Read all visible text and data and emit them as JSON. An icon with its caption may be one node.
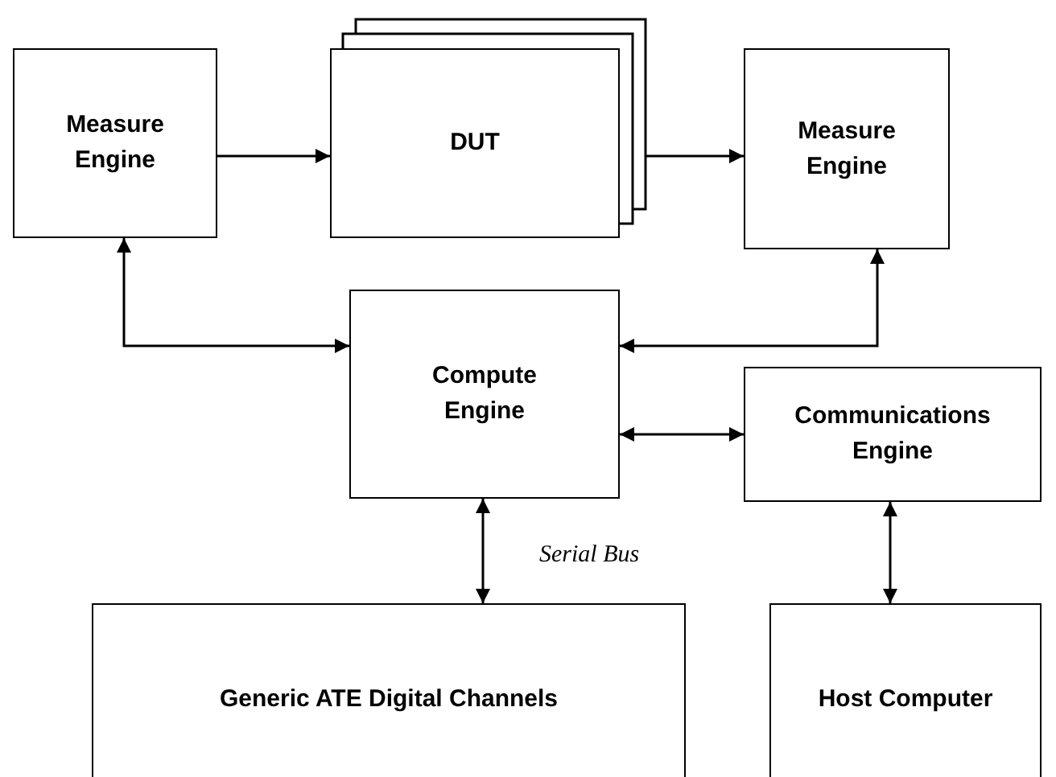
{
  "diagram": {
    "nodes": [
      {
        "text": [
          "Measure Engine"
        ]
      },
      {
        "text": [
          "DUT"
        ]
      },
      {
        "text": [
          "Measure Engine"
        ]
      },
      {
        "text": [
          "Compute Engine"
        ]
      },
      {
        "text": [
          "Communications Engine"
        ]
      },
      {
        "text": [
          "Generic ATE Digital Channels"
        ]
      },
      {
        "text": [
          "Host Computer"
        ]
      }
    ],
    "edges": [
      {
        "from": 0,
        "to": 1,
        "arrow": "to"
      },
      {
        "from": 1,
        "to": 2,
        "arrow": "to"
      },
      {
        "from": 0,
        "to": 3,
        "arrow": "both"
      },
      {
        "from": 2,
        "to": 3,
        "arrow": "both"
      },
      {
        "from": 3,
        "to": 4,
        "arrow": "both"
      },
      {
        "from": 3,
        "to": 5,
        "arrow": "both",
        "label": "Serial Bus"
      },
      {
        "from": 4,
        "to": 6,
        "arrow": "both"
      }
    ]
  }
}
